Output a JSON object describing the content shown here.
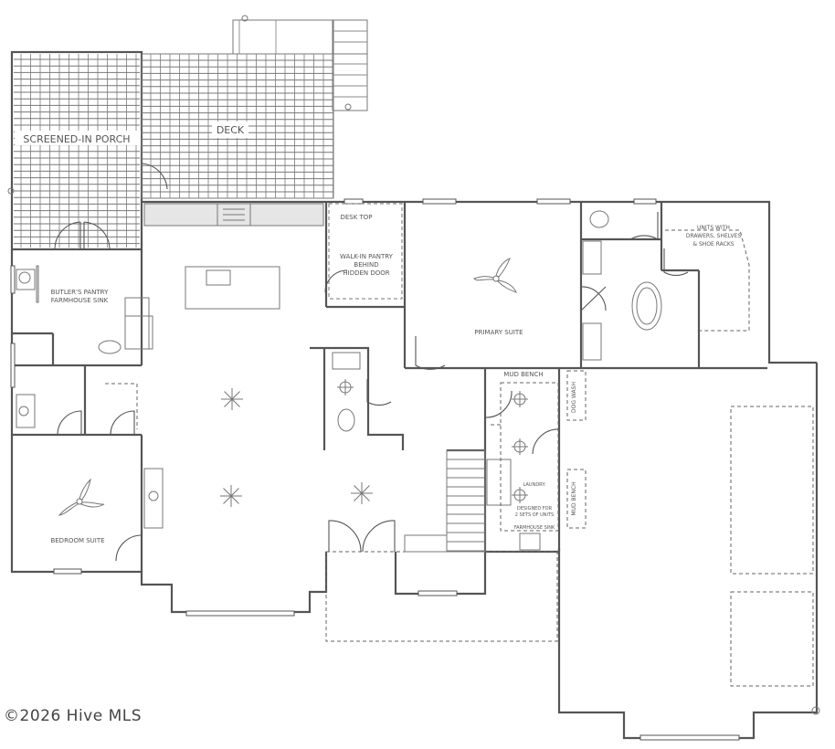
{
  "rooms": {
    "screened_porch": "SCREENED-IN PORCH",
    "deck": "DECK",
    "desk_top": "DESK TOP",
    "walk_in_pantry": [
      "WALK-IN PANTRY",
      "BEHIND",
      "HIDDEN DOOR"
    ],
    "butlers_pantry": [
      "BUTLER'S PANTRY",
      "FARMHOUSE SINK"
    ],
    "primary_suite": "PRIMARY SUITE",
    "units_closet": [
      "UNITS WITH",
      "DRAWERS, SHELVES",
      "& SHOE RACKS"
    ],
    "mud_bench_top": "MUD BENCH",
    "dog_wash": "DOG WASH",
    "laundry": [
      "LAUNDRY:",
      "DESIGNED FOR",
      "2 SETS OF UNITS"
    ],
    "farmhouse_sink": "FARMHOUSE SINK",
    "mud_bench_side": "MUD BENCH",
    "bedroom_suite": "BEDROOM SUITE"
  },
  "watermark": "©2026 Hive MLS"
}
